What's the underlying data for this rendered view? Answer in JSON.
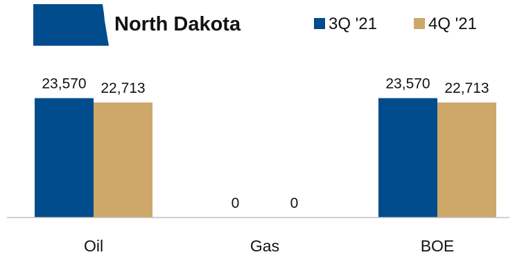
{
  "chart_data": {
    "type": "bar",
    "title": "North Dakota",
    "categories": [
      "Oil",
      "Gas",
      "BOE"
    ],
    "series": [
      {
        "name": "3Q '21",
        "values": [
          23570,
          0,
          23570
        ],
        "labels": [
          "23,570",
          "0",
          "23,570"
        ],
        "color": "#004C8C"
      },
      {
        "name": "4Q '21",
        "values": [
          22713,
          0,
          22713
        ],
        "labels": [
          "22,713",
          "0",
          "22,713"
        ],
        "color": "#CDA869"
      }
    ],
    "ylim": [
      0,
      32000
    ],
    "grid": false,
    "legend": "top-right"
  },
  "colors": {
    "map_shape": "#004C8C",
    "baseline": "#bfbfbf"
  },
  "icons": {
    "map_shape": "north-dakota-map-icon"
  }
}
